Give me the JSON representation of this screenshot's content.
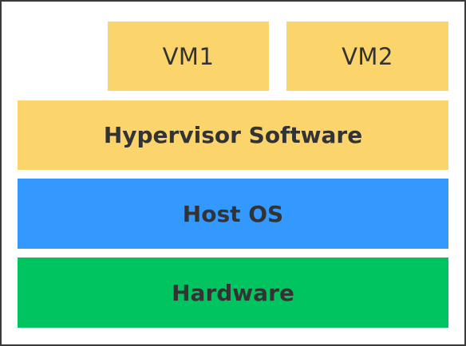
{
  "diagram": {
    "colors": {
      "vm": "#fbd56b",
      "hypervisor": "#fbd56b",
      "host_os": "#3399ff",
      "hardware": "#00c45f",
      "text": "#333333",
      "border": "#3a3a3a"
    },
    "vms": [
      {
        "label": "VM1"
      },
      {
        "label": "VM2"
      }
    ],
    "layers": {
      "hypervisor": "Hypervisor Software",
      "host_os": "Host OS",
      "hardware": "Hardware"
    }
  }
}
